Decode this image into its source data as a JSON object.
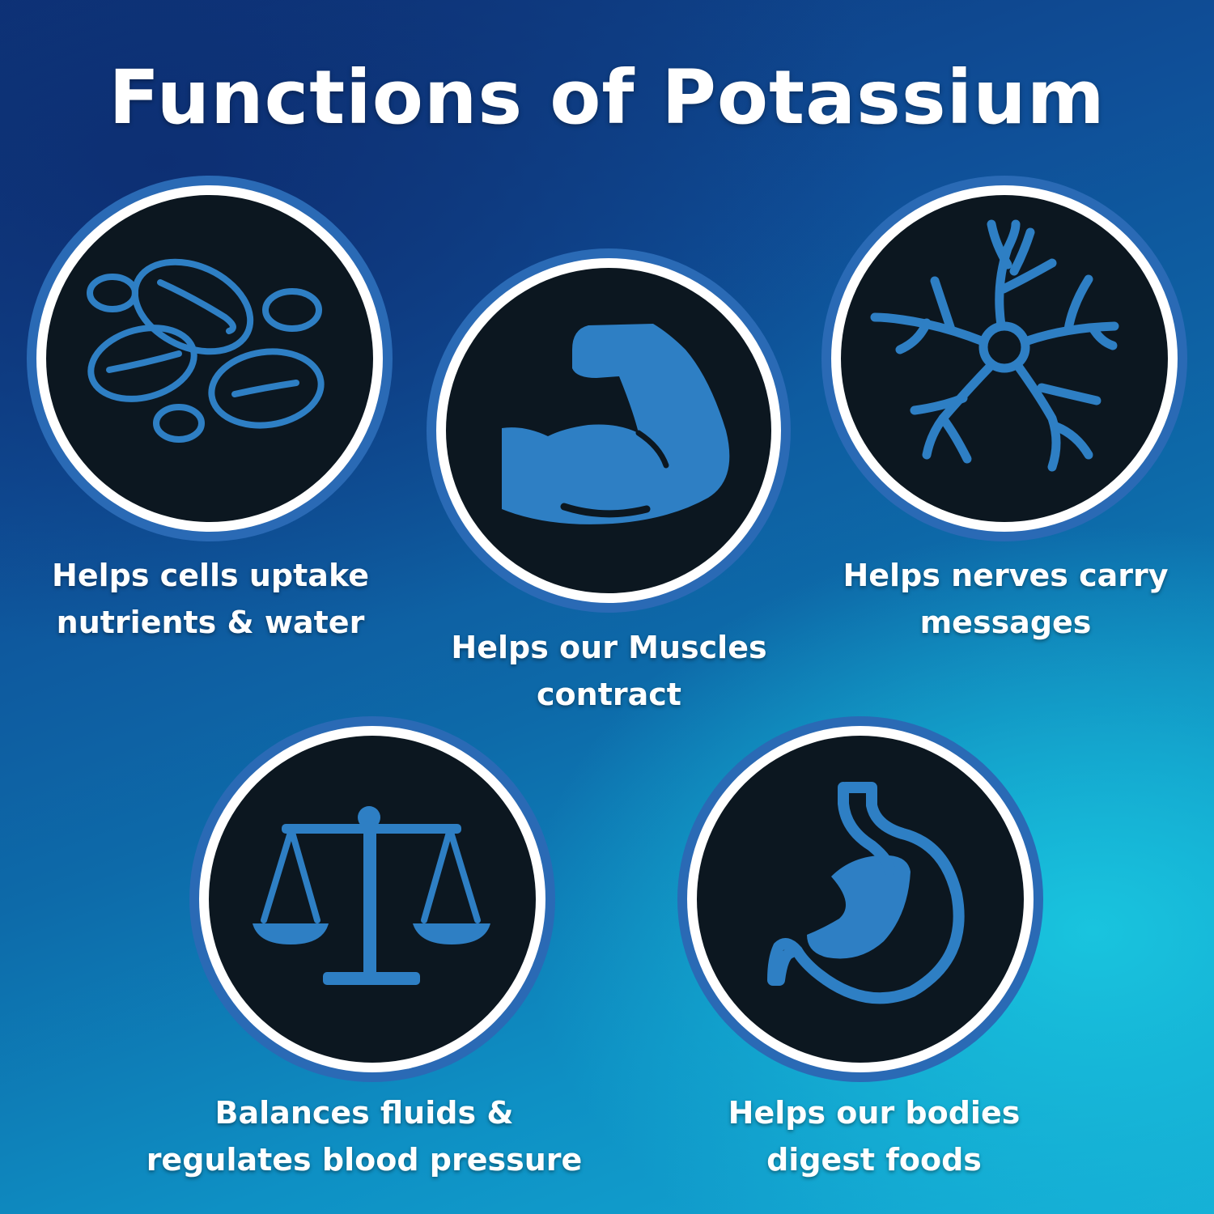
{
  "title": "Functions of Potassium",
  "colors": {
    "accent": "#2e7fc4",
    "ring_outer": "#2a6ab5",
    "ring_white": "#ffffff",
    "disc": "#0c1720"
  },
  "items": [
    {
      "icon": "blood-cells-icon",
      "label_lines": [
        "Helps cells uptake",
        "nutrients & water"
      ]
    },
    {
      "icon": "flexed-arm-icon",
      "label_lines": [
        "Helps our Muscles",
        "contract"
      ]
    },
    {
      "icon": "neuron-icon",
      "label_lines": [
        "Helps nerves carry",
        "messages"
      ]
    },
    {
      "icon": "balance-scale-icon",
      "label_lines": [
        "Balances fluids &",
        "regulates blood pressure"
      ]
    },
    {
      "icon": "stomach-icon",
      "label_lines": [
        "Helps our bodies",
        "digest foods"
      ]
    }
  ]
}
